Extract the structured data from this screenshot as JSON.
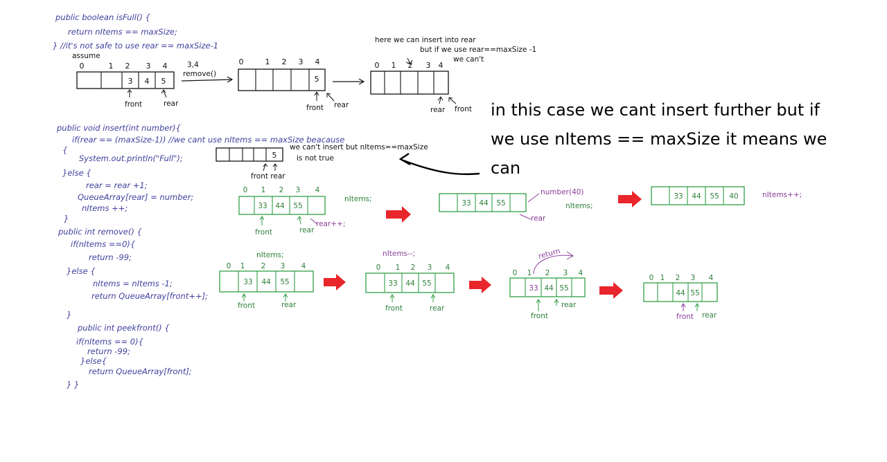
{
  "code": {
    "lines": [
      "public boolean isFull() {",
      "return nItems == maxSize;",
      "} //it's not safe to use rear == maxSize-1",
      "public void insert(int number){",
      "if(rear == (maxSize-1)) //we cant use nItems == maxSize beacause",
      "{",
      "System.out.println(\"Full\");",
      "}else {",
      "rear = rear +1;",
      "QueueArray[rear] = number;",
      "nItems ++;",
      "}",
      "public int remove() {",
      "if(nItems ==0){",
      "return -99;",
      "}else {",
      "nItems = nItems -1;",
      "return QueueArray[front++];",
      "}",
      "public int peekfront() {",
      "if(nItems == 0){",
      "return -99;",
      "}else{",
      "return QueueArray[front];",
      "} }"
    ]
  },
  "annotations": {
    "assume": "assume",
    "removed": "3,4",
    "removed2": "remove()",
    "insert_rear_1": "here we can insert into rear",
    "insert_rear_2": "but if we use rear==maxSize -1",
    "insert_rear_3": "we can't",
    "cant_insert_1": "we can't insert but nItems==maxSize",
    "cant_insert_2": "is not true",
    "number_40": "number(40)",
    "nitems_semi": "nItems;",
    "nitems_semi_b": "nItems;",
    "nitems_plus": "nItems++;",
    "nitems_semi_c": "nItems;",
    "nitems_minus": "nItems--;",
    "rear_pp": "rear++;",
    "return_lbl": "return"
  },
  "labels": {
    "front": "front",
    "rear": "rear",
    "front_rear": "front rear"
  },
  "indices": [
    "0",
    "1",
    "2",
    "3",
    "4"
  ],
  "cells": {
    "top_a": [
      "",
      "",
      "3",
      "4",
      "5"
    ],
    "top_b": [
      "",
      "",
      "",
      "",
      "5"
    ],
    "top_c": [
      "",
      "",
      "",
      "",
      ""
    ],
    "small": [
      "",
      "",
      "",
      "",
      "5"
    ],
    "ins_a": [
      "",
      "33",
      "44",
      "55",
      ""
    ],
    "ins_b": [
      "",
      "33",
      "44",
      "55",
      ""
    ],
    "ins_c": [
      "",
      "33",
      "44",
      "55",
      "40"
    ],
    "rem_a": [
      "",
      "33",
      "44",
      "55",
      ""
    ],
    "rem_b": [
      "",
      "33",
      "44",
      "55",
      ""
    ],
    "rem_c": [
      "",
      "33",
      "44",
      "55",
      ""
    ],
    "rem_d": [
      "",
      "",
      "44",
      "55",
      ""
    ]
  },
  "note": {
    "line1": "in this case we cant insert further but if",
    "line2": "we use nItems == maxSize it means we",
    "line3": "can"
  },
  "colors": {
    "code": "#3f3f9e",
    "green": "#2f9f45",
    "purple": "#8a3f9a",
    "red_arrow": "#e8262b",
    "black": "#000000"
  }
}
